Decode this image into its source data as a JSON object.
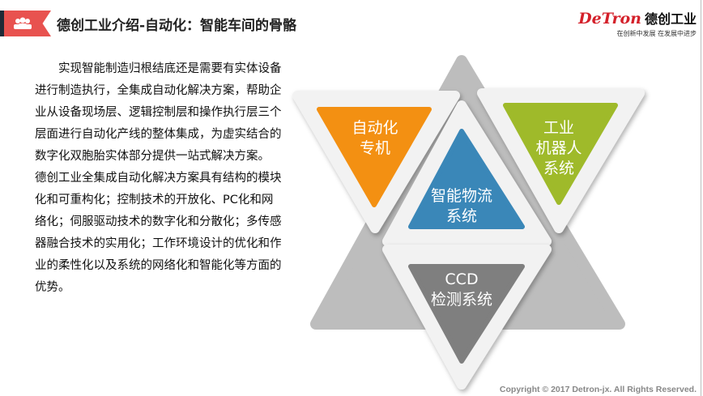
{
  "header": {
    "title": "德创工业介绍-自动化：智能车间的骨骼",
    "icon": "people-group-icon"
  },
  "logo": {
    "en": "DeTron",
    "cn": "德创工业",
    "slogan": "在创新中发展 在发展中进步"
  },
  "body": {
    "p1": "实现智能制造归根结底还是需要有实体设备进行制造执行，全集成自动化解决方案，帮助企业从设备现场层、逻辑控制层和操作执行层三个层面进行自动化产线的整体集成，为虚实结合的数字化双胞胎实体部分提供一站式解决方案。",
    "p2": "德创工业全集成自动化解决方案具有结构的模块化和可重构化；控制技术的开放化、PC化和网络化；伺服驱动技术的数字化和分散化；多传感器融合技术的实用化；工作环境设计的优化和作业的柔性化以及系统的网络化和智能化等方面的优势。"
  },
  "diagram": {
    "orange": {
      "line1": "自动化",
      "line2": "专机",
      "color": "#f39012"
    },
    "green": {
      "line1": "工业",
      "line2": "机器人",
      "line3": "系统",
      "color": "#9fba2a"
    },
    "blue": {
      "line1": "智能物流",
      "line2": "系统",
      "color": "#3a87b8"
    },
    "gray": {
      "line1": "CCD",
      "line2": "检测系统",
      "color": "#7f7f7f"
    }
  },
  "footer": {
    "copyright": "Copyright © 2017 Detron-jx. All Rights Reserved."
  }
}
